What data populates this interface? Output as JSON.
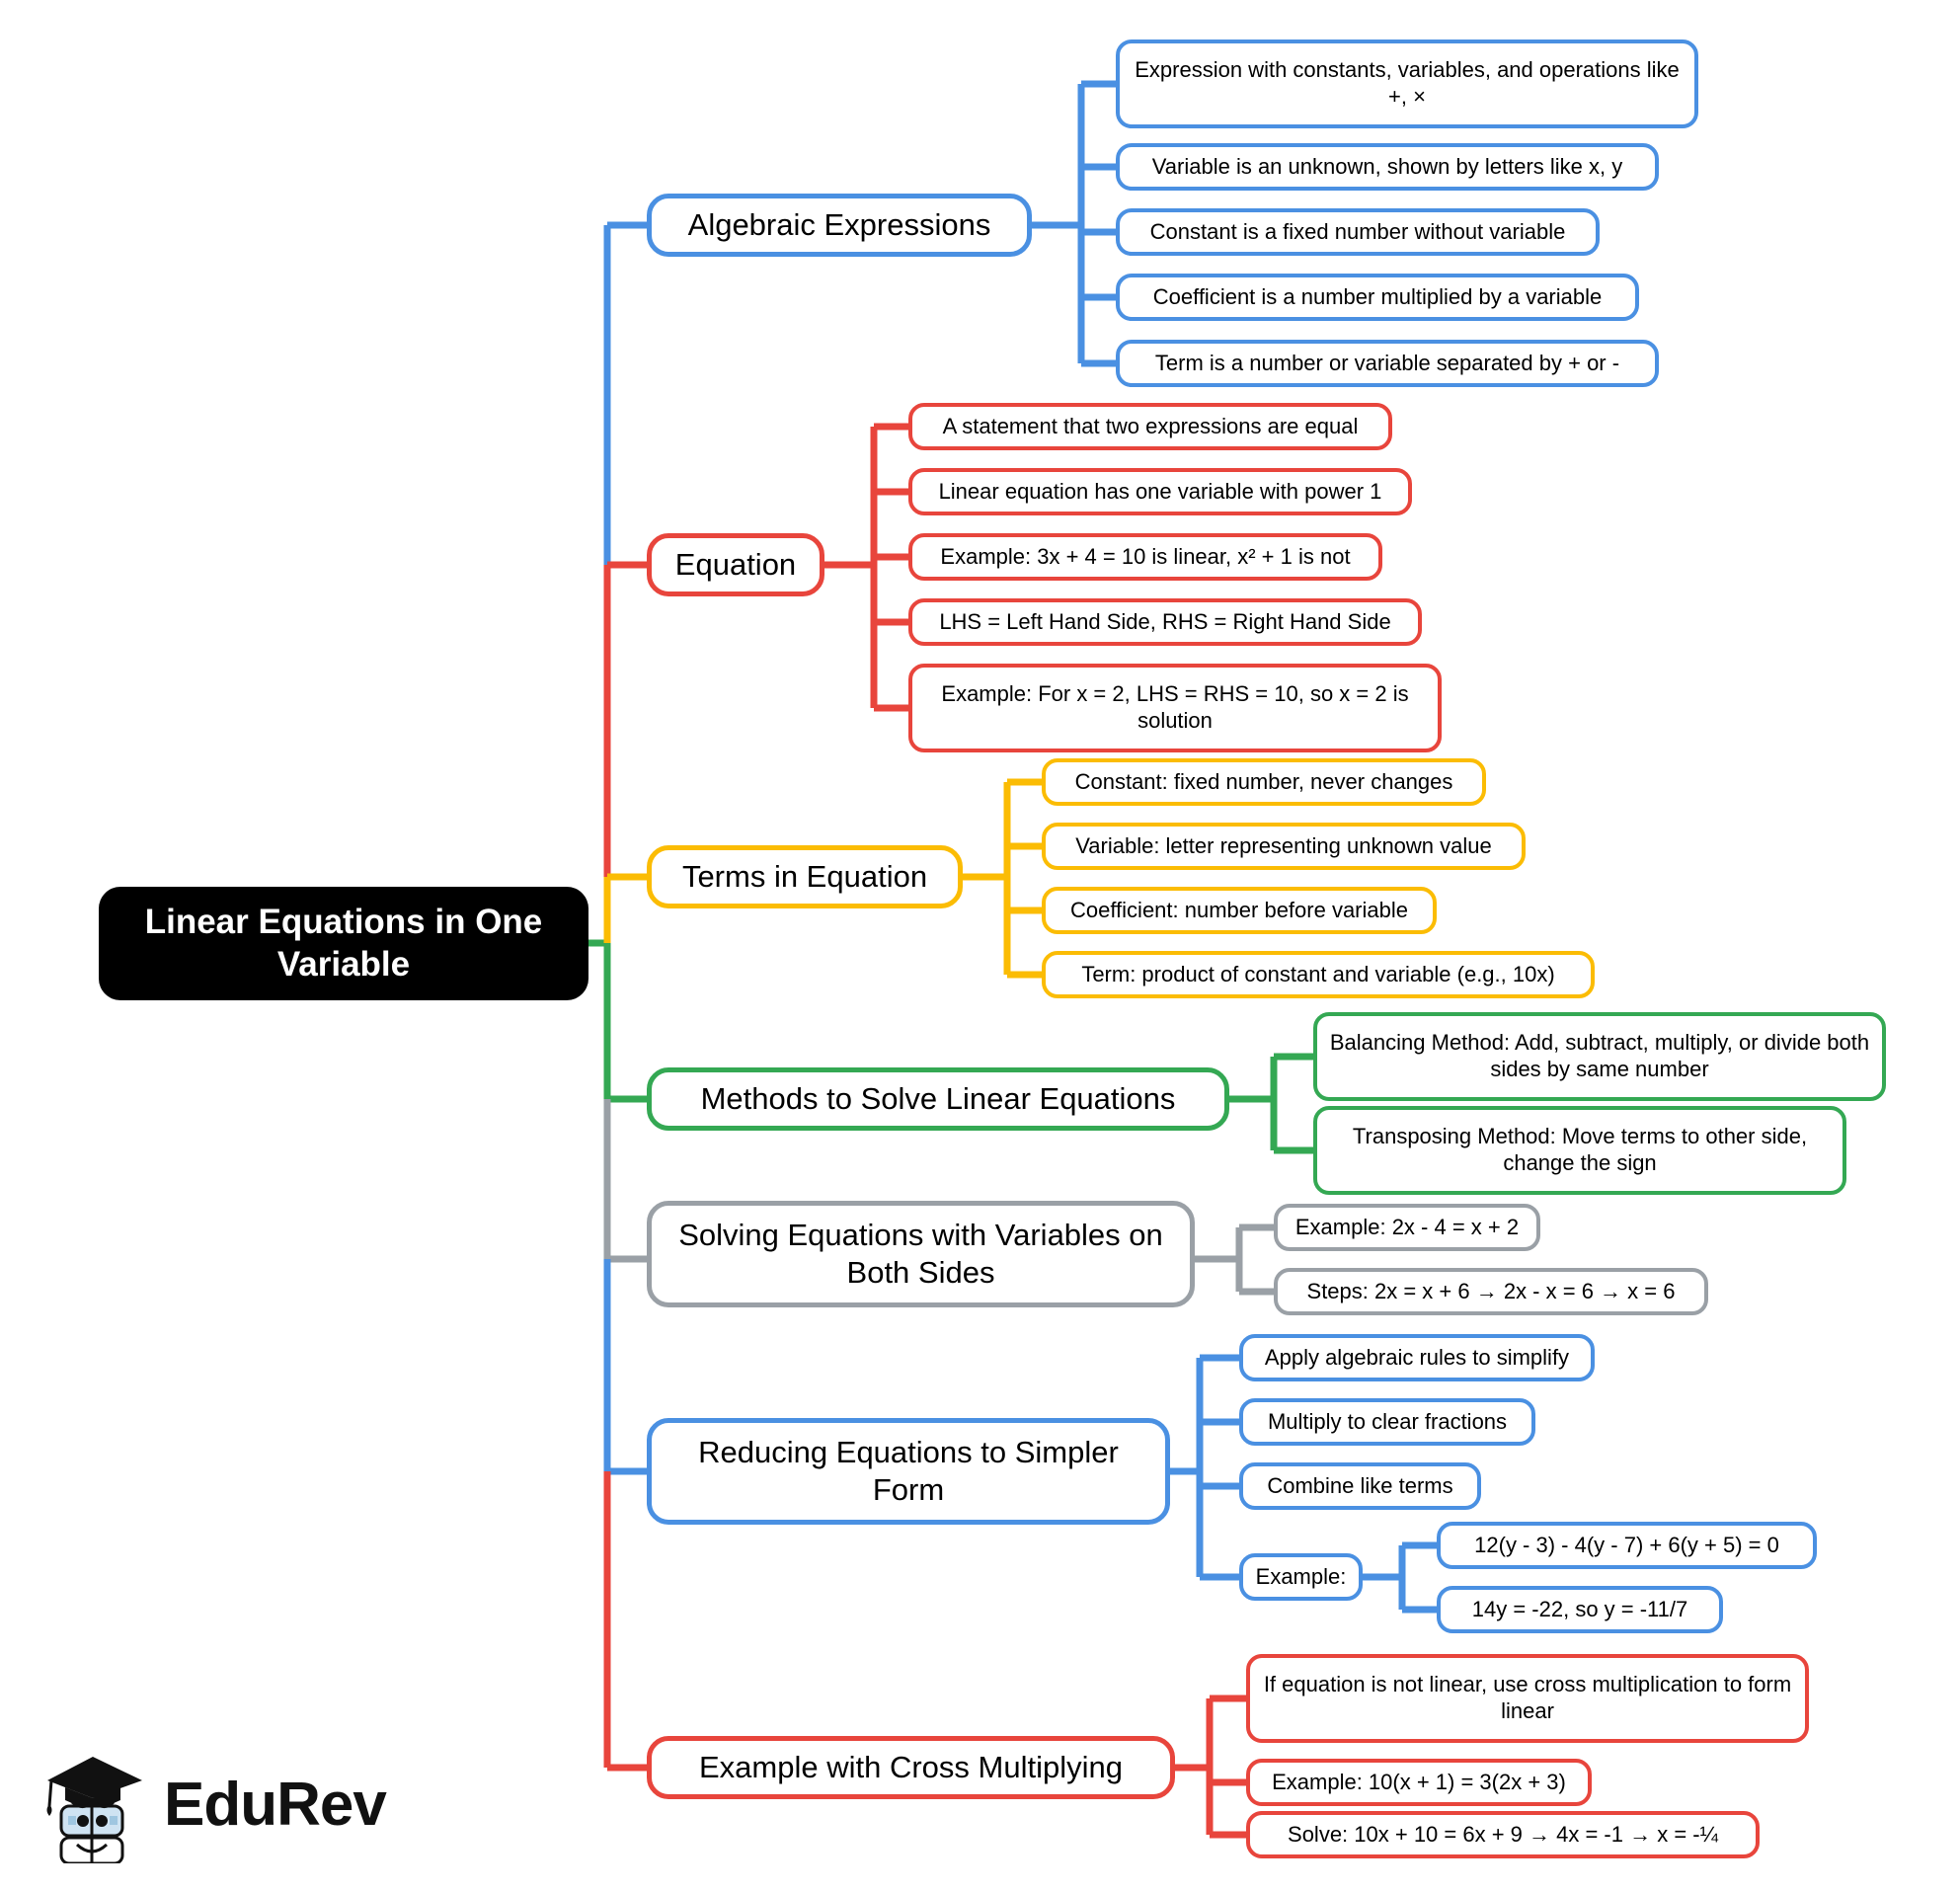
{
  "diagram": {
    "type": "mindmap",
    "root": {
      "label": "Linear Equations in One Variable",
      "color": "#000000",
      "text_color": "#ffffff"
    },
    "branches": [
      {
        "label": "Algebraic Expressions",
        "color": "#4a90e2",
        "children": [
          {
            "label": "Expression with constants, variables, and operations like +, ×"
          },
          {
            "label": "Variable is an unknown, shown by letters like x, y"
          },
          {
            "label": "Constant is a fixed number without variable"
          },
          {
            "label": "Coefficient is a number multiplied by a variable"
          },
          {
            "label": "Term is a number or variable separated by + or -"
          }
        ]
      },
      {
        "label": "Equation",
        "color": "#e8453c",
        "children": [
          {
            "label": "A statement that two expressions are equal"
          },
          {
            "label": "Linear equation has one variable with power 1"
          },
          {
            "label": "Example: 3x + 4 = 10 is linear, x² + 1 is not"
          },
          {
            "label": "LHS = Left Hand Side, RHS = Right Hand Side"
          },
          {
            "label": "Example: For x = 2, LHS = RHS = 10, so x = 2 is solution"
          }
        ]
      },
      {
        "label": "Terms in Equation",
        "color": "#fbbc04",
        "children": [
          {
            "label": "Constant: fixed number, never changes"
          },
          {
            "label": "Variable: letter representing unknown value"
          },
          {
            "label": "Coefficient: number before variable"
          },
          {
            "label": "Term: product of constant and variable (e.g., 10x)"
          }
        ]
      },
      {
        "label": "Methods to Solve Linear Equations",
        "color": "#34a853",
        "children": [
          {
            "label": "Balancing Method: Add, subtract, multiply, or divide both sides by same number"
          },
          {
            "label": "Transposing Method: Move terms to other side, change the sign"
          }
        ]
      },
      {
        "label": "Solving Equations with Variables on Both Sides",
        "color": "#9aa0a6",
        "children": [
          {
            "label": "Example: 2x - 4 = x + 2"
          },
          {
            "label": "Steps: 2x = x + 6 → 2x - x = 6 → x = 6"
          }
        ]
      },
      {
        "label": "Reducing Equations to Simpler Form",
        "color": "#4a90e2",
        "children": [
          {
            "label": "Apply algebraic rules to simplify"
          },
          {
            "label": "Multiply to clear fractions"
          },
          {
            "label": "Combine like terms"
          },
          {
            "label": "Example:",
            "children": [
              {
                "label": "12(y - 3) - 4(y - 7) + 6(y + 5) = 0"
              },
              {
                "label": "14y = -22, so y = -11/7"
              }
            ]
          }
        ]
      },
      {
        "label": "Example with Cross Multiplying",
        "color": "#e8453c",
        "children": [
          {
            "label": "If equation is not linear, use cross multiplication to form linear"
          },
          {
            "label": "Example: 10(x + 1) = 3(2x + 3)"
          },
          {
            "label": "Solve: 10x + 10 = 6x + 9 → 4x = -1 → x = -¼"
          }
        ]
      }
    ],
    "watermark": {
      "name": "EduRev",
      "icon": "graduation-cap-book-logo"
    }
  }
}
